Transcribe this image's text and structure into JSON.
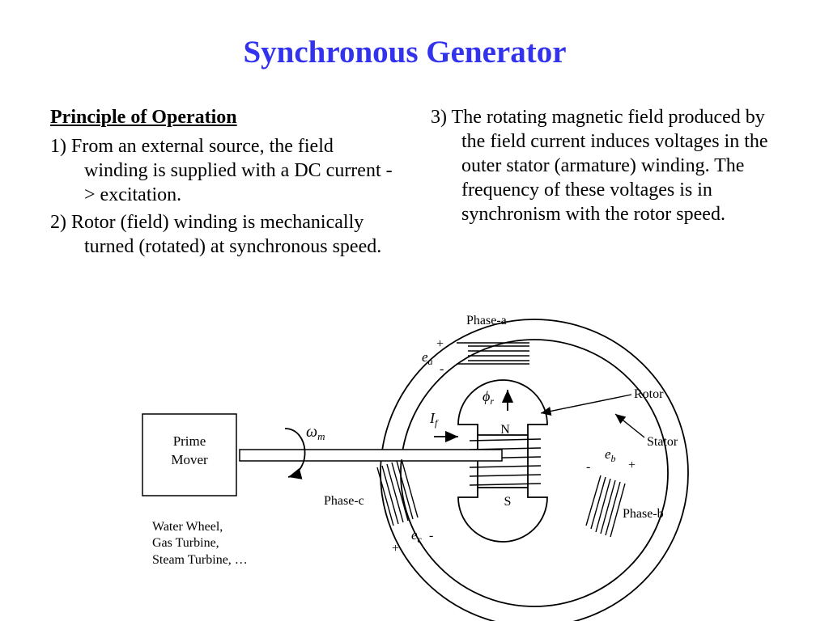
{
  "slide": {
    "title": "Synchronous Generator",
    "left_column": {
      "heading": "Principle of Operation",
      "points": [
        "1) From an external source, the field winding is supplied with a DC current -> excitation.",
        "2) Rotor (field) winding is mechanically turned (rotated) at synchronous speed."
      ]
    },
    "right_column": {
      "points": [
        "3) The rotating magnetic field produced by the field current induces voltages in the outer stator (armature) winding. The frequency of these voltages is in synchronism with the rotor speed."
      ]
    }
  },
  "diagram": {
    "prime_mover_line1": "Prime",
    "prime_mover_line2": "Mover",
    "sources_line1": "Water Wheel,",
    "sources_line2": "Gas Turbine,",
    "sources_line3": "Steam Turbine, …",
    "phase_a": "Phase-a",
    "phase_b": "Phase-b",
    "phase_c": "Phase-c",
    "rotor": "Rotor",
    "stator": "Stator",
    "north": "N",
    "south": "S",
    "omega_main": "ω",
    "omega_sub": "m",
    "phi_main": "ϕ",
    "phi_sub": "r",
    "if_main": "I",
    "if_sub": "f",
    "ea_main": "e",
    "ea_sub": "a",
    "eb_main": "e",
    "eb_sub": "b",
    "ec_main": "e",
    "ec_sub": "c",
    "plus": "+",
    "minus": "-"
  }
}
